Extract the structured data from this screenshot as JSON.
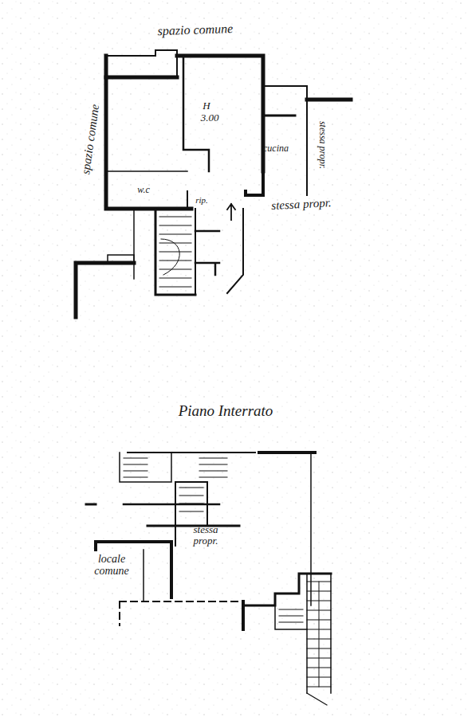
{
  "diagram": {
    "title": "Piano Interrato",
    "labels": [
      "spazio comune",
      "spazio comune",
      "H",
      "3.00",
      "cucina",
      "stessa propr.",
      "w.c",
      "rip.",
      "stessa propr.",
      "locale comune",
      "stessa propr."
    ]
  }
}
